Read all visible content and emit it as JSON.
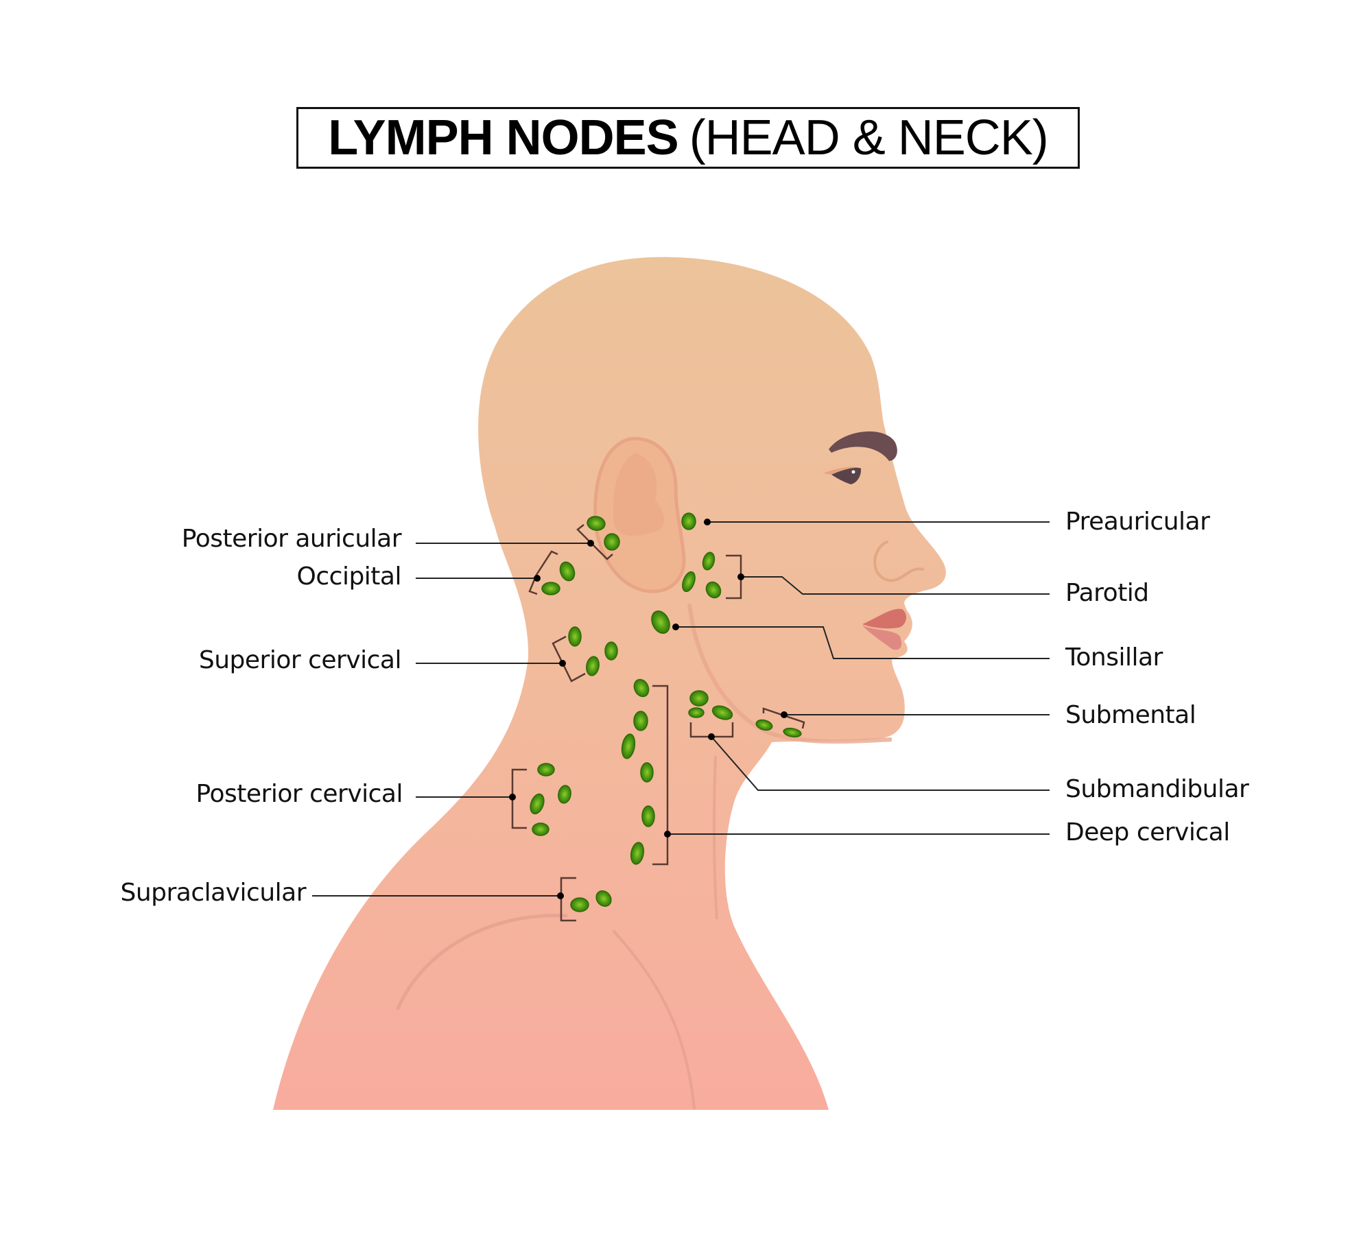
{
  "title": {
    "bold": "LYMPH NODES",
    "normal": "(HEAD & NECK)"
  },
  "labels": {
    "left": [
      {
        "id": "posterior-auricular",
        "text": "Posterior auricular"
      },
      {
        "id": "occipital",
        "text": "Occipital"
      },
      {
        "id": "superior-cervical",
        "text": "Superior cervical"
      },
      {
        "id": "posterior-cervical",
        "text": "Posterior cervical"
      },
      {
        "id": "supraclavicular",
        "text": "Supraclavicular"
      }
    ],
    "right": [
      {
        "id": "preauricular",
        "text": "Preauricular"
      },
      {
        "id": "parotid",
        "text": "Parotid"
      },
      {
        "id": "tonsillar",
        "text": "Tonsillar"
      },
      {
        "id": "submental",
        "text": "Submental"
      },
      {
        "id": "submandibular",
        "text": "Submandibular"
      },
      {
        "id": "deep-cervical",
        "text": "Deep cervical"
      }
    ]
  },
  "colors": {
    "skin_top": "#ECC19A",
    "skin_bottom": "#F7AE9D",
    "node_green": "#3E8A0C",
    "node_highlight": "#8CCB2E",
    "eyebrow": "#6B4C50",
    "lips": "#D8756E",
    "leader_line": "#222222",
    "bracket": "#5A3A32"
  }
}
